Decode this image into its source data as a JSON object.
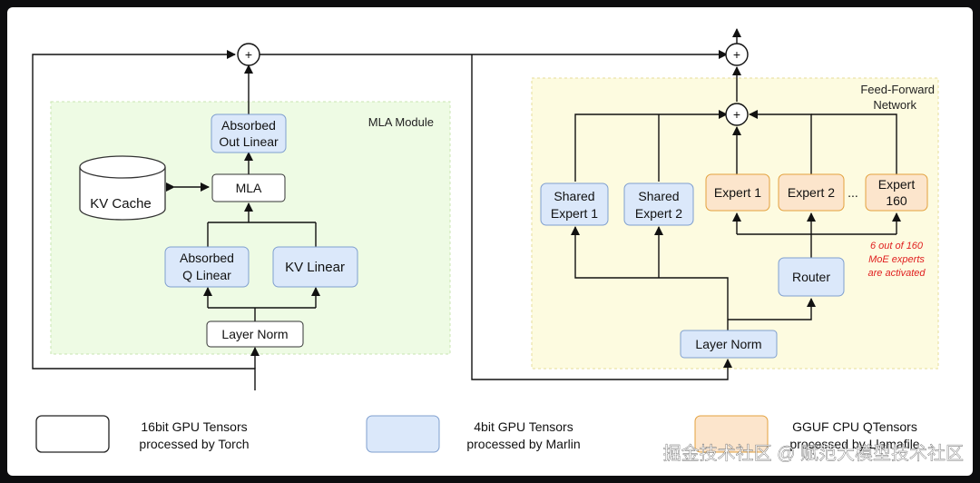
{
  "mla": {
    "module_label": "MLA Module",
    "absorbed_out_linear": [
      "Absorbed",
      "Out Linear"
    ],
    "mla_box": "MLA",
    "kv_cache": "KV Cache",
    "absorbed_q_linear": [
      "Absorbed",
      "Q Linear"
    ],
    "kv_linear": "KV Linear",
    "layer_norm": "Layer Norm"
  },
  "ffn": {
    "module_label": [
      "Feed-Forward",
      "Network"
    ],
    "shared_expert_1": [
      "Shared",
      "Expert 1"
    ],
    "shared_expert_2": [
      "Shared",
      "Expert 2"
    ],
    "expert_1": "Expert 1",
    "expert_2": "Expert 2",
    "ellipsis": "...",
    "expert_160": [
      "Expert",
      "160"
    ],
    "router": "Router",
    "layer_norm": "Layer Norm",
    "note": [
      "6 out of 160",
      "MoE experts",
      "are activated"
    ]
  },
  "plus_symbol": "+",
  "legend": {
    "white": [
      "16bit GPU Tensors",
      "processed by Torch"
    ],
    "blue": [
      "4bit GPU Tensors",
      "processed by Marlin"
    ],
    "orange": [
      "GGUF CPU QTensors",
      "processed by Llamafile"
    ]
  },
  "watermark": "掘金技术社区 @ 赋范大模型技术社区",
  "colors": {
    "frame_bg": "#0d0d0f",
    "panel_bg": "#ffffff",
    "mla_region": "#eefbe4",
    "ffn_region": "#fdfbe0",
    "blue_box": "#dbe8fa",
    "orange_box": "#fce5cc",
    "orange_border": "#e3a13e",
    "note_red": "#e02020"
  }
}
